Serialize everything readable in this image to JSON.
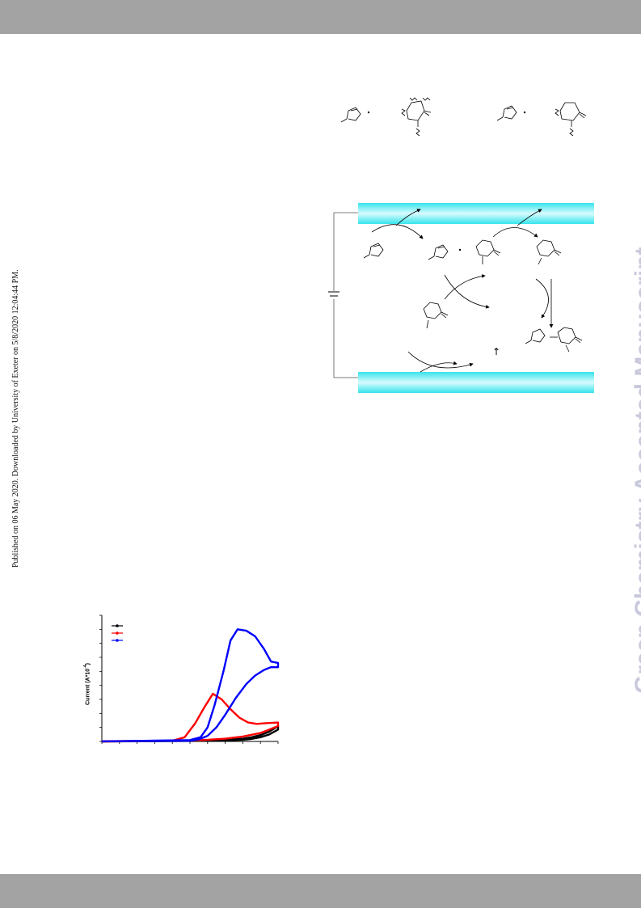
{
  "page": {
    "published_note": "Published on 06 May 2020. Downloaded by University of Exeter on 5/8/2020 12:04:44 PM.",
    "watermark": "Green Chemistry Accepted Manuscript"
  },
  "colors": {
    "band": "#a3a3a3",
    "electrode": "#2ee6ee",
    "watermark": "#c9c9dd"
  },
  "scheme": {
    "reaction_arrow_label": "↑"
  },
  "chart_data": {
    "type": "line",
    "title": "",
    "xlabel": "",
    "ylabel": "Current (A*10⁻⁴)",
    "ylabel_parts": {
      "main": "Current (A*10",
      "sup": "-4",
      "end": ")"
    },
    "xlim": [
      0,
      10
    ],
    "ylim": [
      0,
      9
    ],
    "grid": false,
    "legend": "top-left",
    "series": [
      {
        "color": "#000000",
        "x": [
          0,
          5,
          6,
          7,
          8,
          8.5,
          9,
          9.5,
          10,
          10,
          9.5,
          9,
          8.5,
          8,
          7,
          6,
          5,
          0
        ],
        "y": [
          0,
          0.03,
          0.05,
          0.08,
          0.12,
          0.18,
          0.3,
          0.5,
          0.85,
          1.1,
          0.7,
          0.45,
          0.3,
          0.2,
          0.1,
          0.06,
          0.04,
          0.01
        ]
      },
      {
        "color": "#ff0000",
        "x": [
          0,
          4,
          4.7,
          5.3,
          5.8,
          6.3,
          6.8,
          7.3,
          7.8,
          8.3,
          8.8,
          9.3,
          10,
          10,
          9,
          8,
          7,
          6,
          5,
          0
        ],
        "y": [
          0,
          0.05,
          0.3,
          1.3,
          2.4,
          3.4,
          3.0,
          2.3,
          1.7,
          1.35,
          1.25,
          1.3,
          1.35,
          1.1,
          0.6,
          0.35,
          0.2,
          0.12,
          0.07,
          0.02
        ]
      },
      {
        "color": "#0000ff",
        "x": [
          0,
          5,
          5.6,
          6,
          6.4,
          6.9,
          7.3,
          7.7,
          8.2,
          8.7,
          9.2,
          9.6,
          10,
          10,
          9.6,
          9.2,
          8.7,
          8.2,
          7.6,
          7,
          6.5,
          6,
          5.5,
          5,
          0
        ],
        "y": [
          0,
          0.1,
          0.3,
          1.0,
          2.6,
          5.0,
          7.2,
          8.0,
          7.9,
          7.5,
          6.6,
          5.7,
          5.6,
          5.3,
          5.3,
          5.1,
          4.7,
          4.1,
          3.1,
          1.9,
          1.0,
          0.4,
          0.15,
          0.05,
          0.01
        ]
      }
    ]
  }
}
